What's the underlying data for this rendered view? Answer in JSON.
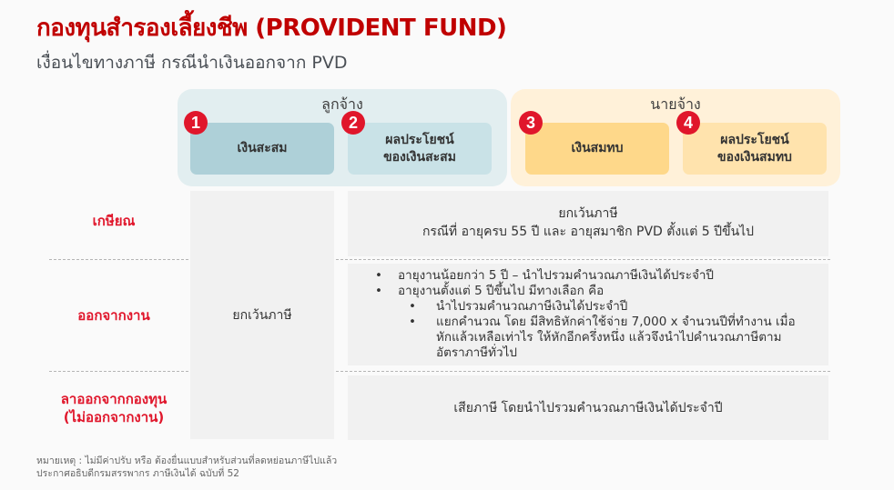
{
  "header": {
    "title": "กองทุนสำรองเลี้ยงชีพ (PROVIDENT FUND)",
    "subtitle": "เงื่อนไขทางภาษี กรณีนำเงินออกจาก PVD"
  },
  "groups": {
    "employee": {
      "label": "ลูกจ้าง",
      "cards": [
        {
          "badge": "1",
          "lines": [
            "เงินสะสม"
          ]
        },
        {
          "badge": "2",
          "lines": [
            "ผลประโยชน์",
            "ของเงินสะสม"
          ]
        }
      ]
    },
    "employer": {
      "label": "นายจ้าง",
      "cards": [
        {
          "badge": "3",
          "lines": [
            "เงินสมทบ"
          ]
        },
        {
          "badge": "4",
          "lines": [
            "ผลประโยชน์",
            "ของเงินสมทบ"
          ]
        }
      ]
    }
  },
  "colors": {
    "title_red": "#c00000",
    "accent_red": "#e0162b",
    "employee_bg": "#e2eef0",
    "employer_bg": "#fff1d9"
  },
  "rows": [
    {
      "label": [
        "เกษียณ"
      ],
      "detail": [
        "ยกเว้นภาษี",
        "กรณีที่ อายุครบ 55 ปี และ อายุสมาชิก PVD ตั้งแต่ 5 ปีขึ้นไป"
      ]
    },
    {
      "label": [
        "ออกจากงาน"
      ],
      "bullets": [
        "อายุงานน้อยกว่า 5 ปี – นำไปรวมคำนวณภาษีเงินได้ประจำปี",
        "อายุงานตั้งแต่ 5 ปีขึ้นไป มีทางเลือก คือ"
      ],
      "sub_bullets": [
        "นำไปรวมคำนวณภาษีเงินได้ประจำปี",
        "แยกคำนวณ โดย มีสิทธิหักค่าใช้จ่าย 7,000 x จำนวนปีที่ทำงาน เมื่อหักแล้วเหลือเท่าไร ให้หักอีกครึ่งหนึ่ง แล้วจึงนำไปคำนวณภาษีตามอัตราภาษีทั่วไป"
      ]
    },
    {
      "label": [
        "ลาออกจากกองทุน",
        "(ไม่ออกจากงาน)"
      ],
      "detail": [
        "เสียภาษี โดยนำไปรวมคำนวณภาษีเงินได้ประจำปี"
      ]
    }
  ],
  "employee_contribution_status": "ยกเว้นภาษี",
  "footnote": [
    "หมายเหตุ : ไม่มีค่าปรับ หรือ ต้องยื่นแบบสำหรับส่วนที่ลดหย่อนภาษีไปแล้ว",
    "ประกาศอธิบดีกรมสรรพากร ภาษีเงินได้ ฉบับที่ 52"
  ]
}
